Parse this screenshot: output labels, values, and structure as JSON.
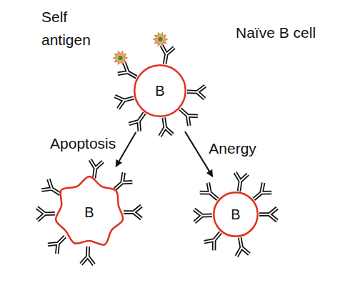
{
  "diagram": {
    "nodes": [
      {
        "text": [
          "B"
        ]
      },
      {
        "text": [
          "B"
        ]
      },
      {
        "text": [
          "B"
        ]
      }
    ],
    "edges": [
      {
        "from": 0,
        "to": 1,
        "arrow": "to",
        "label": "Apoptosis"
      },
      {
        "from": 0,
        "to": 2,
        "arrow": "to",
        "label": "Anergy"
      }
    ],
    "labels": [
      "Self antigen",
      "Naïve B cell"
    ]
  }
}
